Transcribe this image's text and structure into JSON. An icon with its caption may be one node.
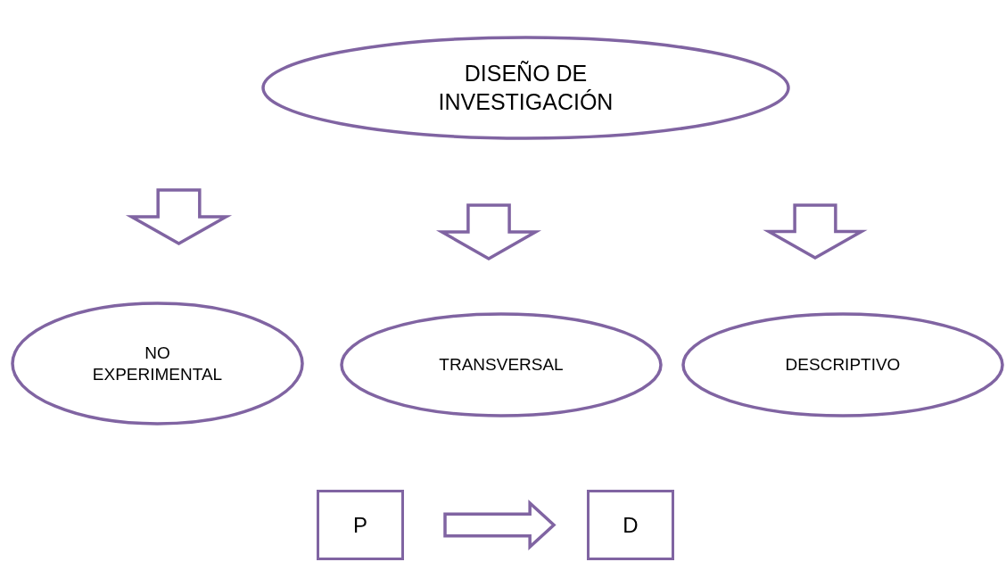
{
  "diagram": {
    "nodes": [
      {
        "text": [
          "DISEÑO DE INVESTIGACIÓN"
        ]
      },
      {
        "text": [
          "NO EXPERIMENTAL"
        ]
      },
      {
        "text": [
          "TRANSVERSAL"
        ]
      },
      {
        "text": [
          "DESCRIPTIVO"
        ]
      },
      {
        "text": [
          "P"
        ]
      },
      {
        "text": [
          "D"
        ]
      }
    ],
    "edges": [
      {
        "from": 0,
        "to": 1,
        "arrow": "to"
      },
      {
        "from": 0,
        "to": 2,
        "arrow": "to"
      },
      {
        "from": 0,
        "to": 3,
        "arrow": "to"
      },
      {
        "from": 4,
        "to": 5,
        "arrow": "to"
      }
    ]
  }
}
